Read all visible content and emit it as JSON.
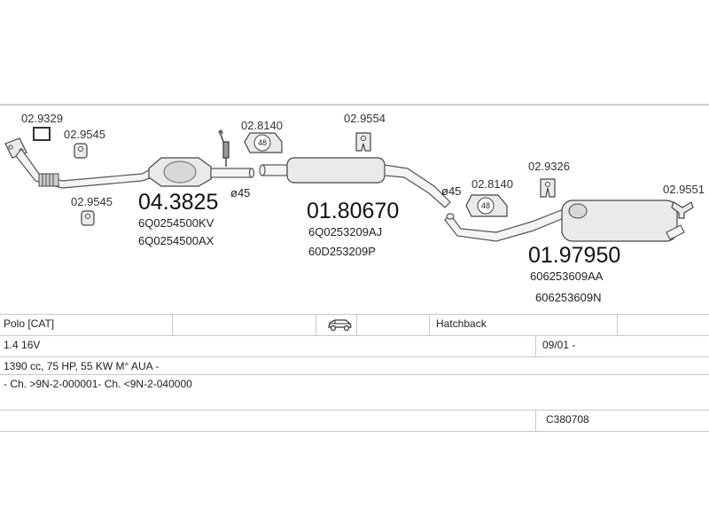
{
  "diagram": {
    "small_refs": {
      "clamp_left_top": "02.9329",
      "hanger_left_top": "02.9545",
      "hanger_left_bottom": "02.9545",
      "gasket_front": "02.8140",
      "hanger_middle": "02.9554",
      "gasket_rear": "02.8140",
      "hanger_rear": "02.9326",
      "tailpipe": "02.9551"
    },
    "badges": {
      "gasket_front": "48",
      "gasket_rear": "48"
    },
    "diameters": {
      "front": "ø45",
      "middle": "ø45"
    },
    "parts": [
      {
        "main": "04.3825",
        "oem": [
          "6Q0254500KV",
          "6Q0254500AX"
        ]
      },
      {
        "main": "01.80670",
        "oem": [
          "6Q0253209AJ",
          "60D253209P"
        ]
      },
      {
        "main": "01.97950",
        "oem": [
          "606253609AA",
          "606253609N"
        ]
      }
    ]
  },
  "info": {
    "model": "Polo  [CAT]",
    "body": "Hatchback",
    "engine": "1.4 16V",
    "date": "09/01 -",
    "specs": "1390 cc, 75 HP, 55 KW M° AUA -",
    "chassis": "- Ch. >9N-2-000001- Ch. <9N-2-040000",
    "code": "C380708"
  },
  "icons": {
    "vehicle": "car-hatchback-icon"
  }
}
